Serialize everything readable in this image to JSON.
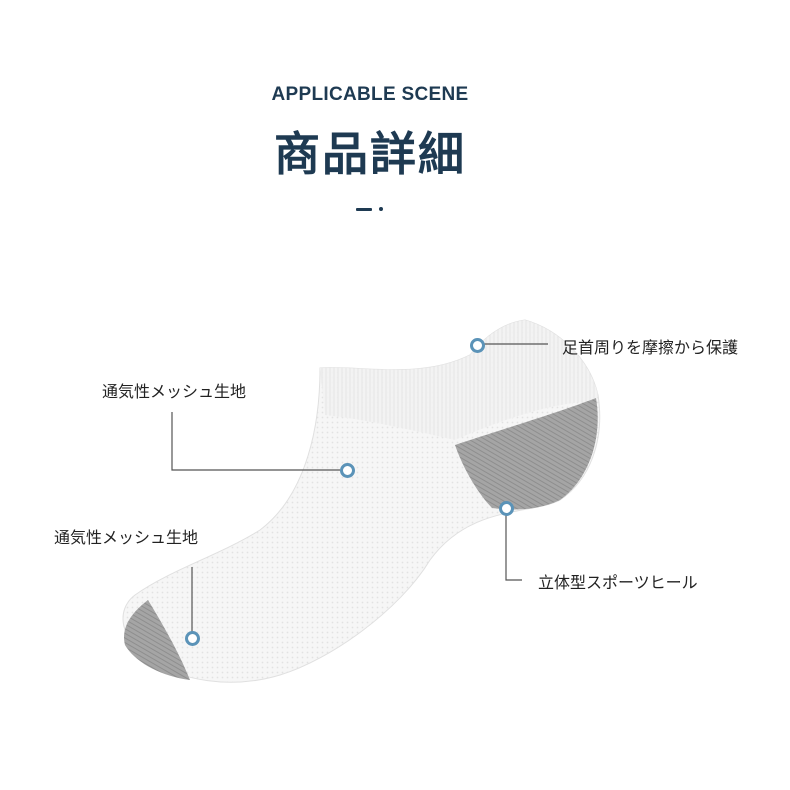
{
  "header": {
    "subtitle": "APPLICABLE SCENE",
    "title": "商品詳細"
  },
  "callouts": [
    {
      "id": "ankle",
      "label": "足首周りを摩擦から保護"
    },
    {
      "id": "upper-mesh",
      "label": "通気性メッシュ生地"
    },
    {
      "id": "toe-mesh",
      "label": "通気性メッシュ生地"
    },
    {
      "id": "heel",
      "label": "立体型スポーツヒール"
    }
  ],
  "colors": {
    "title": "#1e3a52",
    "marker": "#5b93b8",
    "line": "#555555",
    "sock_white": "#f4f4f4",
    "sock_gray": "#a8a8a8"
  },
  "image": {
    "subject": "white no-show athletic sock with gray heel and toe"
  }
}
